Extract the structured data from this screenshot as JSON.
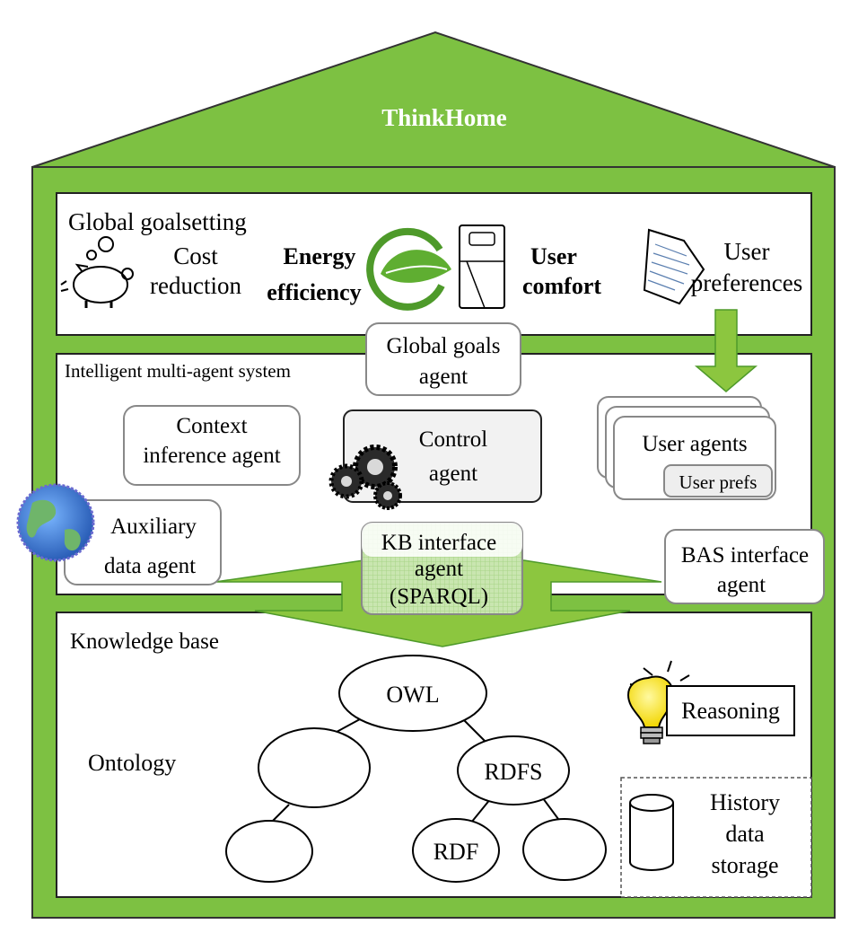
{
  "title": "ThinkHome",
  "colors": {
    "house_green": "#7dc142",
    "arrow_green": "#8cc63f",
    "dark_green": "#4e9a2a",
    "panel_border": "#222222",
    "agent_border": "#888888"
  },
  "goals": {
    "heading": "Global goalsetting",
    "cost": [
      "Cost",
      "reduction"
    ],
    "energy": [
      "Energy",
      "efficiency"
    ],
    "comfort": [
      "User",
      "comfort"
    ],
    "prefs": [
      "User",
      "preferences"
    ]
  },
  "mas": {
    "heading": "Intelligent multi-agent system",
    "global_goals_agent": [
      "Global goals",
      "agent"
    ],
    "context_agent": [
      "Context",
      "inference agent"
    ],
    "control_agent": [
      "Control",
      "agent"
    ],
    "user_agents": "User agents",
    "user_prefs": "User prefs",
    "aux_agent": [
      "Auxiliary",
      "data agent"
    ],
    "kb_agent": [
      "KB interface",
      "agent",
      "(SPARQL)"
    ],
    "bas_agent": [
      "BAS interface",
      "agent"
    ]
  },
  "kb": {
    "heading": "Knowledge base",
    "ontology": "Ontology",
    "owl": "OWL",
    "rdfs": "RDFS",
    "rdf": "RDF",
    "reasoning": "Reasoning",
    "history": [
      "History",
      "data",
      "storage"
    ]
  },
  "icons": [
    "piggy-bank-icon",
    "leaf-icon",
    "bed-icon",
    "document-icon",
    "gears-icon",
    "globe-icon",
    "lightbulb-icon",
    "database-cylinder-icon"
  ]
}
